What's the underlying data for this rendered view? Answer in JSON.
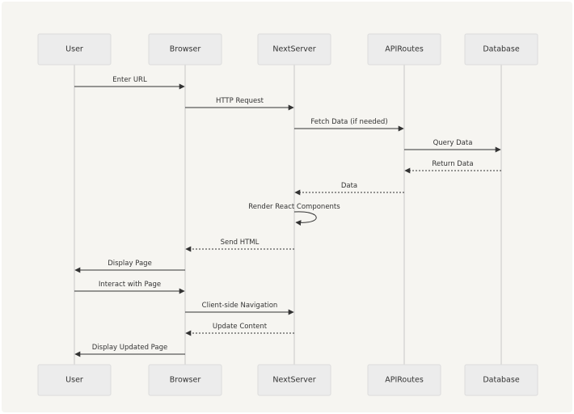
{
  "actors": [
    {
      "id": "user",
      "label": "User"
    },
    {
      "id": "browser",
      "label": "Browser"
    },
    {
      "id": "nextserver",
      "label": "NextServer"
    },
    {
      "id": "apiroutes",
      "label": "APIRoutes"
    },
    {
      "id": "database",
      "label": "Database"
    }
  ],
  "messages": [
    {
      "from": "user",
      "to": "browser",
      "label": "Enter URL",
      "style": "solid"
    },
    {
      "from": "browser",
      "to": "nextserver",
      "label": "HTTP Request",
      "style": "solid"
    },
    {
      "from": "nextserver",
      "to": "apiroutes",
      "label": "Fetch Data (if needed)",
      "style": "solid"
    },
    {
      "from": "apiroutes",
      "to": "database",
      "label": "Query Data",
      "style": "solid"
    },
    {
      "from": "database",
      "to": "apiroutes",
      "label": "Return Data",
      "style": "dashed"
    },
    {
      "from": "apiroutes",
      "to": "nextserver",
      "label": "Data",
      "style": "dashed"
    },
    {
      "from": "nextserver",
      "to": "nextserver",
      "label": "Render React Components",
      "style": "solid"
    },
    {
      "from": "nextserver",
      "to": "browser",
      "label": "Send HTML",
      "style": "dashed"
    },
    {
      "from": "browser",
      "to": "user",
      "label": "Display Page",
      "style": "solid"
    },
    {
      "from": "user",
      "to": "browser",
      "label": "Interact with Page",
      "style": "solid"
    },
    {
      "from": "browser",
      "to": "nextserver",
      "label": "Client-side Navigation",
      "style": "solid"
    },
    {
      "from": "nextserver",
      "to": "browser",
      "label": "Update Content",
      "style": "dashed"
    },
    {
      "from": "browser",
      "to": "user",
      "label": "Display Updated Page",
      "style": "solid"
    }
  ]
}
